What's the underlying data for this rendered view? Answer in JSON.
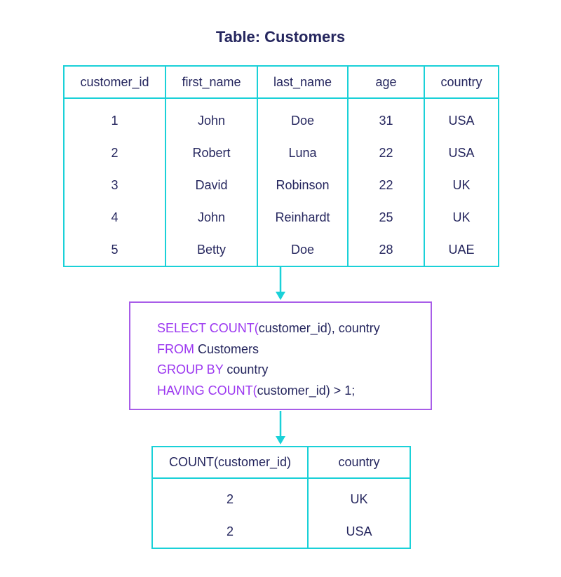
{
  "title": "Table: Customers",
  "source_table": {
    "columns": [
      "customer_id",
      "first_name",
      "last_name",
      "age",
      "country"
    ],
    "rows": [
      [
        "1",
        "John",
        "Doe",
        "31",
        "USA"
      ],
      [
        "2",
        "Robert",
        "Luna",
        "22",
        "USA"
      ],
      [
        "3",
        "David",
        "Robinson",
        "22",
        "UK"
      ],
      [
        "4",
        "John",
        "Reinhardt",
        "25",
        "UK"
      ],
      [
        "5",
        "Betty",
        "Doe",
        "28",
        "UAE"
      ]
    ]
  },
  "query": {
    "line1_kw": "SELECT COUNT(",
    "line1_rest": "customer_id), country",
    "line2_kw": "FROM",
    "line2_rest": " Customers",
    "line3_kw": "GROUP BY",
    "line3_rest": " country",
    "line4_kw": "HAVING COUNT(",
    "line4_rest": "customer_id) > 1;"
  },
  "result_table": {
    "columns": [
      "COUNT(customer_id)",
      "country"
    ],
    "rows": [
      [
        "2",
        "UK"
      ],
      [
        "2",
        "USA"
      ]
    ]
  },
  "colors": {
    "table_border": "#1ad1d8",
    "query_border": "#a85de8",
    "keyword": "#9b36f0",
    "text": "#25265e"
  }
}
